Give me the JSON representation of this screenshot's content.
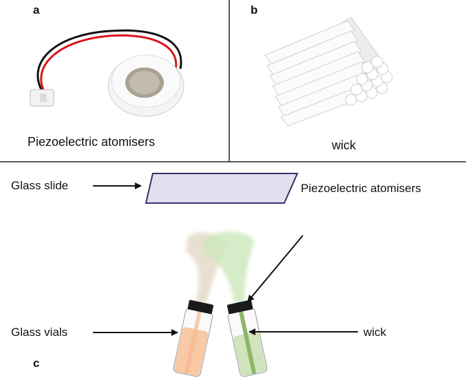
{
  "panels": {
    "a": {
      "letter": "a",
      "caption": "Piezoelectric atomisers"
    },
    "b": {
      "letter": "b",
      "caption": "wick"
    },
    "c": {
      "letter": "c",
      "labels": {
        "glass_slide": "Glass slide",
        "atomisers": "Piezoelectric atomisers",
        "glass_vials": "Glass vials",
        "wick": "wick"
      }
    }
  },
  "colors": {
    "slide_fill": "#e4dfee",
    "slide_stroke": "#3b2d6a",
    "left_liquid": "#f8c9a4",
    "right_liquid": "#cfe3bd",
    "wick_green": "#8db567"
  }
}
